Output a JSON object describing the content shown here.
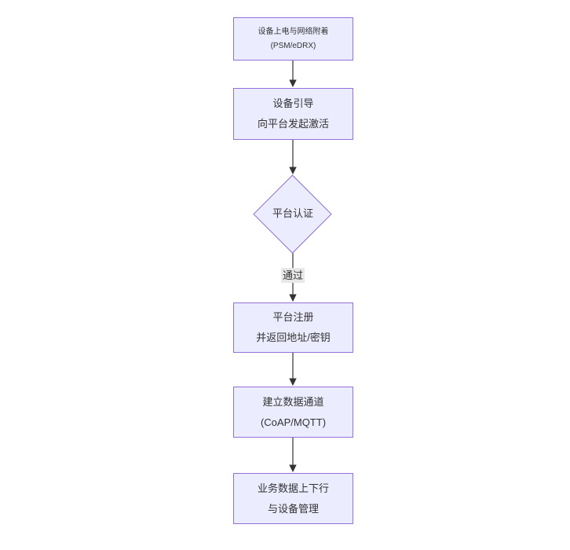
{
  "diagram": {
    "type": "flowchart",
    "direction": "top-down",
    "nodes": [
      {
        "shape": "rect",
        "lines": [
          "设备上电与网络附着",
          "(PSM/eDRX)"
        ]
      },
      {
        "shape": "rect",
        "lines": [
          "设备引导",
          "向平台发起激活"
        ]
      },
      {
        "shape": "diamond",
        "lines": [
          "平台认证"
        ]
      },
      {
        "shape": "rect",
        "lines": [
          "平台注册",
          "并返回地址/密钥"
        ]
      },
      {
        "shape": "rect",
        "lines": [
          "建立数据通道",
          "(CoAP/MQTT)"
        ]
      },
      {
        "shape": "rect",
        "lines": [
          "业务数据上下行",
          "与设备管理"
        ]
      }
    ],
    "edges": [
      {
        "from": 0,
        "to": 1,
        "label": ""
      },
      {
        "from": 1,
        "to": 2,
        "label": ""
      },
      {
        "from": 2,
        "to": 3,
        "label": "通过"
      },
      {
        "from": 3,
        "to": 4,
        "label": ""
      },
      {
        "from": 4,
        "to": 5,
        "label": ""
      }
    ]
  },
  "colors": {
    "background": "#ffffff",
    "node_fill": "#ECECFF",
    "node_border": "#9370DB",
    "text": "#333333",
    "arrow": "#333333",
    "edge_label_bg": "#e8e8e8"
  }
}
